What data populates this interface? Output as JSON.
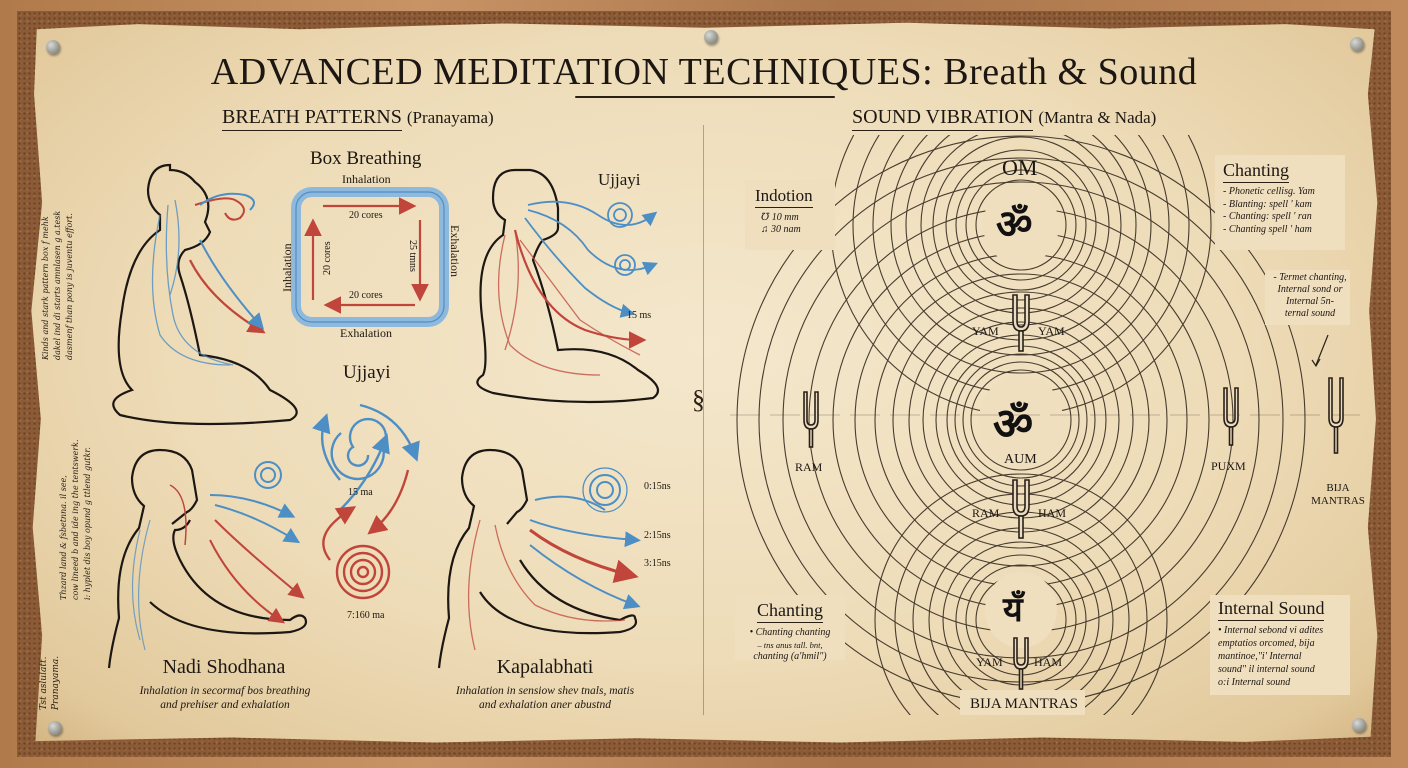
{
  "poster": {
    "title": "ADVANCED MEDITATION TECHNIQUES: Breath & Sound",
    "colors": {
      "paper": "#f0e0c0",
      "ink": "#1c1712",
      "inhale_blue": "#4d8fc4",
      "exhale_red": "#c0453a",
      "frame_wood": "#b07a4a",
      "cork": "#8b5a36"
    }
  },
  "breath": {
    "heading": "BREATH PATTERNS",
    "heading_paren": "(Pranayama)",
    "side_note_top": [
      "Kinds and stark pattern box f mehk",
      "dakel ind di starts amnlasen g a.tesk",
      "dasmenf than pony is juventu effort."
    ],
    "side_note_bottom": [
      "Thzard land & fsbetnna. il see,",
      "cow lineed b and ide ing the tentswerk.",
      "i: hyplet dis boy opund g ttlend gutkr."
    ],
    "side_note_bottom_label": [
      "Tst aslulatt.",
      "Pranayama."
    ],
    "box": {
      "title": "Box Breathing",
      "top": "Inhalation",
      "bottom": "Exhalation",
      "left": "Inhalation",
      "right": "Exhalation",
      "inner_top": "20 cores",
      "inner_bottom": "20 cores",
      "inner_left": "20 cores",
      "inner_right": "25 tmns"
    },
    "ujjayi_top": {
      "title": "Ujjayi",
      "timing": "15 ms"
    },
    "ujjayi_center": {
      "title": "Ujjayi",
      "timing_top": "15 ma",
      "timing_bottom": "7:160 ma"
    },
    "nadi": {
      "title": "Nadi Shodhana",
      "caption": [
        "Inhalation in secormaf bos breathing",
        "and prehiser and exhalation"
      ]
    },
    "kapalabhati": {
      "title": "Kapalabhati",
      "caption": [
        "Inhalation in sensiow shev tnals, matis",
        "and exhalation aner abustnd"
      ],
      "timings": [
        "0:15ns",
        "2:15ns",
        "3:15ns"
      ]
    }
  },
  "sound": {
    "heading": "SOUND VIBRATION",
    "heading_paren": "(Mantra & Nada)",
    "indotion": {
      "title": "Indotion",
      "items": [
        {
          "icon": "tuning-fork-icon",
          "glyph": "℧",
          "text": "10 mm"
        },
        {
          "icon": "music-note-icon",
          "glyph": "♫",
          "text": "30 nam"
        }
      ]
    },
    "om_label": "OM",
    "om_symbol": "ॐ",
    "aum_label": "AUM",
    "yam_symbol": "यँ",
    "fork_labels": {
      "upper_left": "YAM",
      "upper_right": "YAM",
      "mid_left": "RAM",
      "mid_right": "HAM",
      "low_left": "YAM",
      "low_right": "HAM",
      "side_left": "RAM",
      "side_right": "PUXM",
      "far_right": "BIJA MANTRAS"
    },
    "bija_label": "BIJA MANTRAS",
    "chanting_top": {
      "title": "Chanting",
      "items": [
        "- Phonetic cellisg. Yam",
        "- Blanting: spell ' kam",
        "- Chanting: spell ' ran",
        "- Chanting spell ' ham"
      ]
    },
    "internal_note": [
      "- Termet chanting,",
      "Internal sond or",
      "Internal 5n-",
      "ternal sound"
    ],
    "chanting_bottom": {
      "title": "Chanting",
      "lines": [
        "• Chanting chanting",
        "– tns anus tall. bnt,",
        "chanting (a'hmil\")"
      ]
    },
    "internal_sound": {
      "title": "Internal Sound",
      "lines": [
        "• Internal sebond vi adites",
        "emptatios orcomed, bija",
        "mantinoe,\"i' Internal",
        "sound\" il internal sound",
        "o:i Internal sound"
      ]
    }
  }
}
